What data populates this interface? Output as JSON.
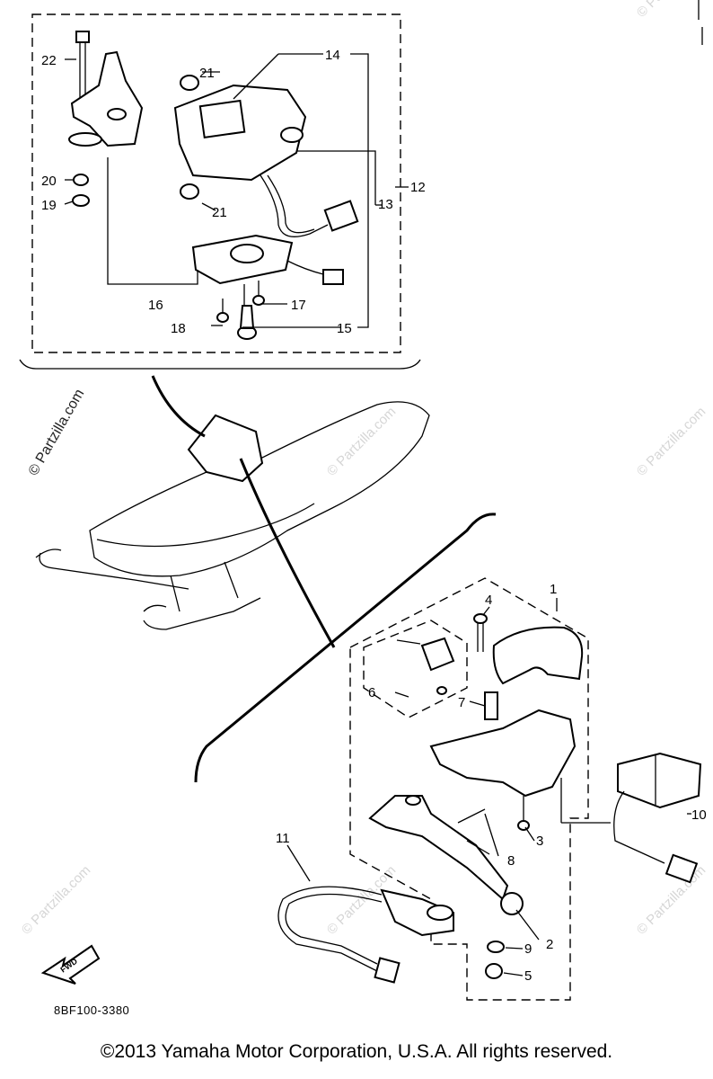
{
  "callouts": {
    "c1": "1",
    "c2": "2",
    "c3": "3",
    "c4": "4",
    "c5": "5",
    "c6": "6",
    "c7": "7",
    "c8": "8",
    "c9": "9",
    "c10": "10",
    "c11": "11",
    "c12": "12",
    "c13": "13",
    "c14": "14",
    "c15": "15",
    "c16": "16",
    "c17": "17",
    "c18": "18",
    "c19": "19",
    "c20": "20",
    "c21a": "21",
    "c21b": "21",
    "c22": "22"
  },
  "watermark": "© Partzilla.com",
  "diagram_code": "8BF100-3380",
  "fwd_label": "FWD",
  "copyright": "©2013 Yamaha Motor Corporation, U.S.A. All rights reserved."
}
